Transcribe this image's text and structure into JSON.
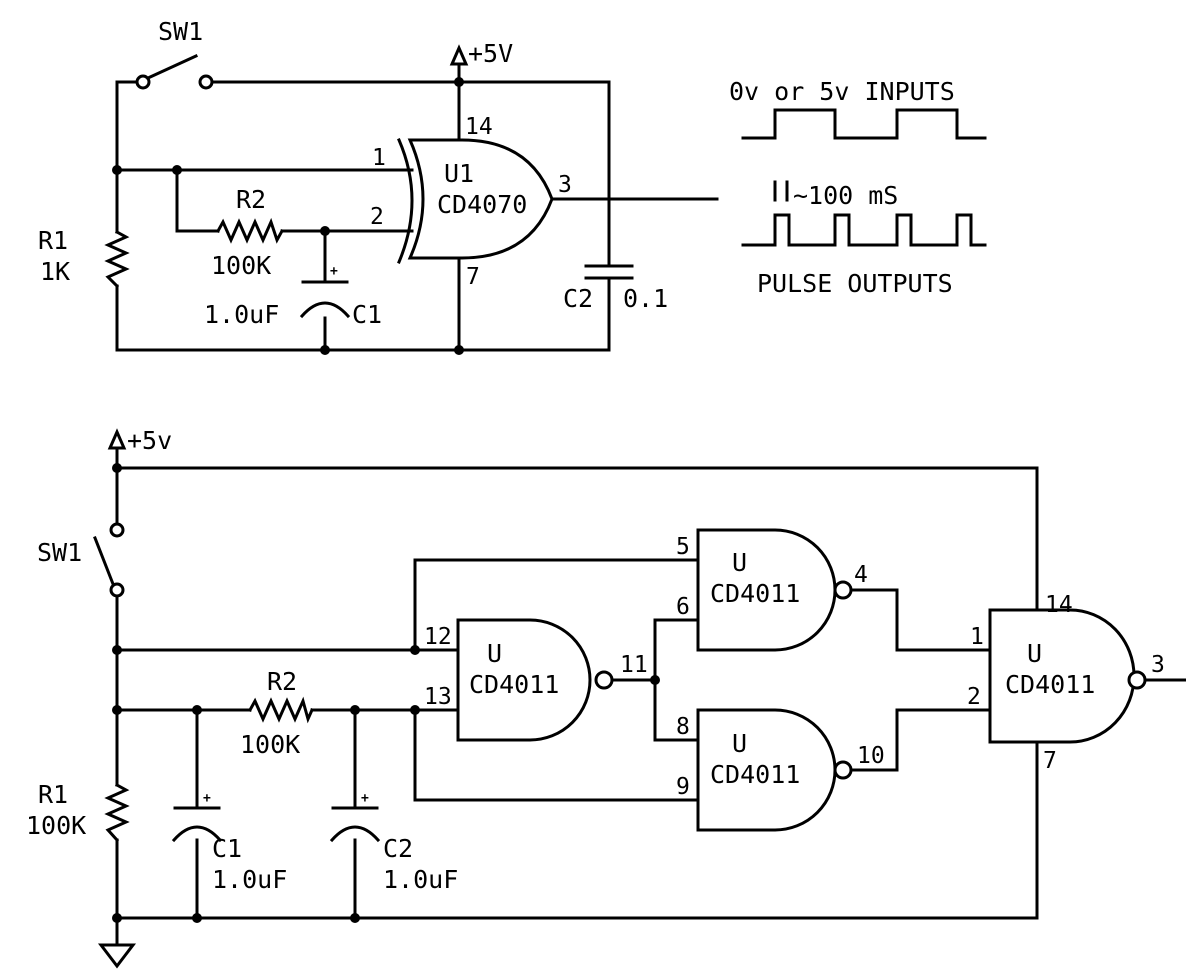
{
  "colors": {
    "ink": "#000000",
    "background": "#ffffff"
  },
  "circuit_top": {
    "switch": "SW1",
    "supply": "+5V",
    "chip_name": "U1",
    "chip_part": "CD4070",
    "pins": {
      "in1": "1",
      "in2": "2",
      "out": "3",
      "vcc": "14",
      "gnd": "7"
    },
    "r1_name": "R1",
    "r1_value": "1K",
    "r2_name": "R2",
    "r2_value": "100K",
    "c1_name": "C1",
    "c1_value": "1.0uF",
    "c2_name": "C2",
    "c2_value": "0.1",
    "plus_sign": "+"
  },
  "waveforms": {
    "inputs_label": "0v or 5v INPUTS",
    "pulse_width_label": "~100 mS",
    "outputs_label": "PULSE OUTPUTS"
  },
  "circuit_bottom": {
    "supply": "+5v",
    "switch": "SW1",
    "r1_name": "R1",
    "r1_value": "100K",
    "r2_name": "R2",
    "r2_value": "100K",
    "c1_name": "C1",
    "c1_value": "1.0uF",
    "c2_name": "C2",
    "c2_value": "1.0uF",
    "plus_sign": "+",
    "gate_a": {
      "name": "U",
      "part": "CD4011",
      "pin_in1": "12",
      "pin_in2": "13",
      "pin_out": "11"
    },
    "gate_b": {
      "name": "U",
      "part": "CD4011",
      "pin_in1": "5",
      "pin_in2": "6",
      "pin_out": "4"
    },
    "gate_c": {
      "name": "U",
      "part": "CD4011",
      "pin_in1": "8",
      "pin_in2": "9",
      "pin_out": "10"
    },
    "gate_d": {
      "name": "U",
      "part": "CD4011",
      "pin_in1": "1",
      "pin_in2": "2",
      "pin_out": "3",
      "pin_vcc": "14",
      "pin_gnd": "7"
    }
  }
}
